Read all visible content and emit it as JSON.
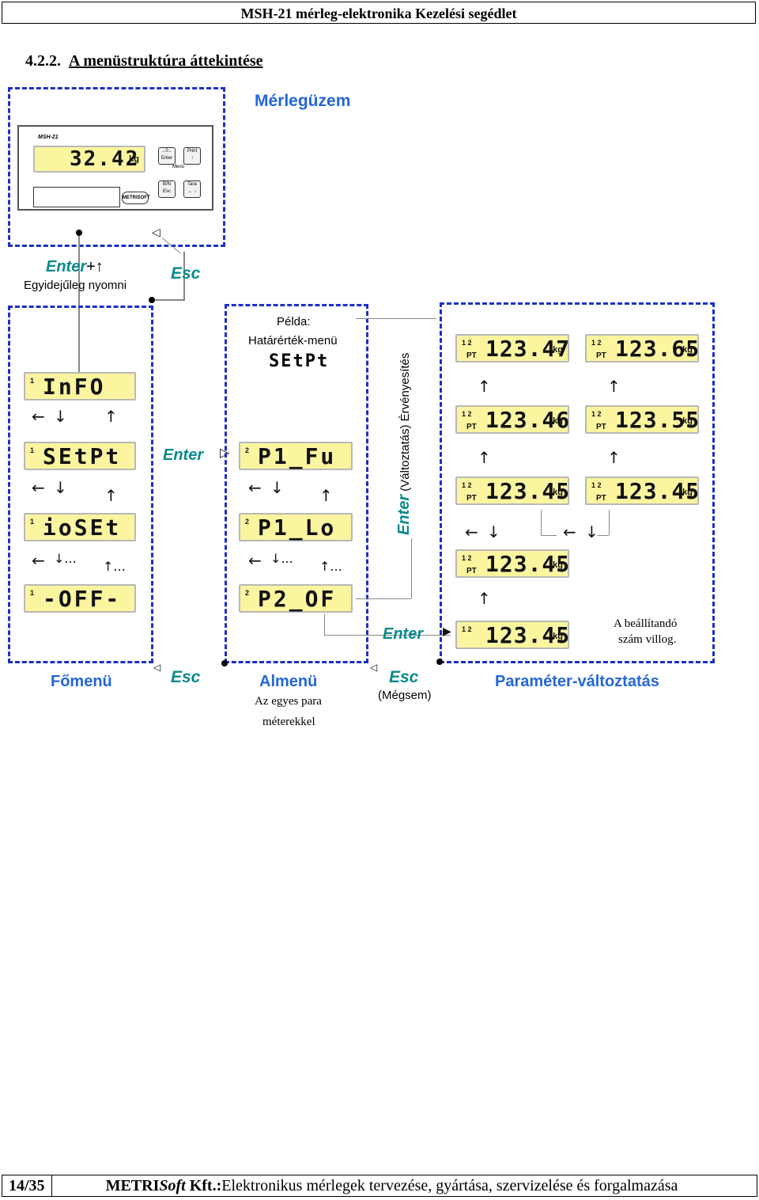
{
  "header": {
    "title": "MSH-21 mérleg-elektronika Kezelési segédlet"
  },
  "section": {
    "number": "4.2.2.",
    "title": "A menüstruktúra áttekintése"
  },
  "scale_mode": {
    "label": "Mérlegüzem"
  },
  "device": {
    "model": "MSH-21",
    "display": "32.42",
    "unit": "kg",
    "keys": [
      {
        "label": "→0←\nEnter"
      },
      {
        "label": "Print\n↑"
      },
      {
        "label": "B/N\nEsc"
      },
      {
        "label": "Tara\n← ↓"
      }
    ],
    "menu_label": "Menü",
    "logo": "METRISOFT"
  },
  "transitions": {
    "enter_plus": "Enter",
    "enter_plus_sym": "+↑",
    "simultaneous": "Egyidejűleg nyomni",
    "esc_top": "Esc",
    "enter_main": "Enter",
    "enter_confirm": "Enter",
    "enter_change": "Enter",
    "change_confirm": "(Változtatás) Érvényesítés",
    "esc_left": "Esc",
    "esc_right": "Esc",
    "cancel": "(Mégsem)"
  },
  "main_menu": {
    "label": "Főmenü",
    "items": [
      {
        "sup": "1",
        "text": "InFO"
      },
      {
        "sup": "1",
        "text": "SEtPt"
      },
      {
        "sup": "1",
        "text": "ioSEt"
      },
      {
        "sup": "1",
        "text": "-OFF-"
      }
    ]
  },
  "sub_menu": {
    "label": "Almenü",
    "desc1": "Az egyes para",
    "desc2": "méterekkel",
    "example_title": "Példa:",
    "example_name": "Határérték-menü",
    "example_code": "SEtPt",
    "items": [
      {
        "sup": "2",
        "text": "P1_Fu"
      },
      {
        "sup": "2",
        "text": "P1_Lo"
      },
      {
        "sup": "2",
        "text": "P2_OF"
      }
    ]
  },
  "param": {
    "label": "Paraméter-változtatás",
    "note1": "A beállítandó",
    "note2": "szám villog.",
    "left_col": [
      "123.47",
      "123.46",
      "123.45",
      "123.45"
    ],
    "right_col": [
      "123.65",
      "123.55",
      "123.45"
    ],
    "bottom": "123.45",
    "pt": "PT",
    "sup": "1 2",
    "unit": "kg"
  },
  "nav": {
    "left": "←",
    "down": "↓",
    "up": "↑",
    "ellipsis_down": "↓...",
    "ellipsis_up": "↑..."
  },
  "footer": {
    "page": "14/35",
    "company_a": "METRI",
    "company_b": "Soft",
    "company_c": " Kft.:",
    "text": "Elektronikus mérlegek tervezése, gyártása, szervizelése és forgalmazása"
  }
}
